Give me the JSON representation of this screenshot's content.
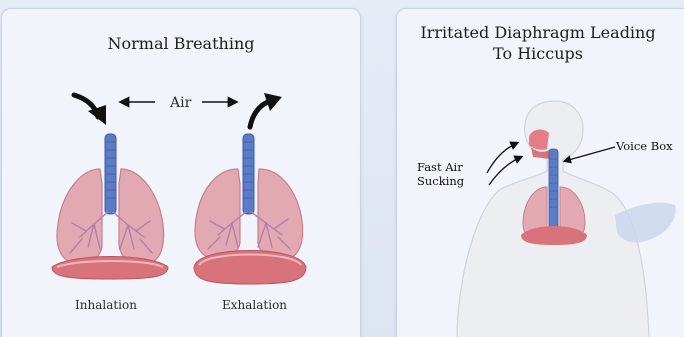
{
  "panels": {
    "normal": {
      "title": "Normal Breathing",
      "air_label": "Air",
      "inhalation_label": "Inhalation",
      "exhalation_label": "Exhalation"
    },
    "hiccups": {
      "title_line1": "Irritated Diaphragm Leading",
      "title_line2": "To Hiccups",
      "fast_air_line1": "Fast Air",
      "fast_air_line2": "Sucking",
      "voice_box_label": "Voice Box"
    }
  },
  "colors": {
    "background": "#e3eaf5",
    "panel": "#f1f4fa",
    "lung_fill": "#e3a9b2",
    "lung_outline": "#c77f8c",
    "bronchi": "#b27fa8",
    "trachea": "#5b7bc7",
    "diaphragm": "#d9737b",
    "body": "#e9ecef",
    "arrow": "#111111"
  }
}
